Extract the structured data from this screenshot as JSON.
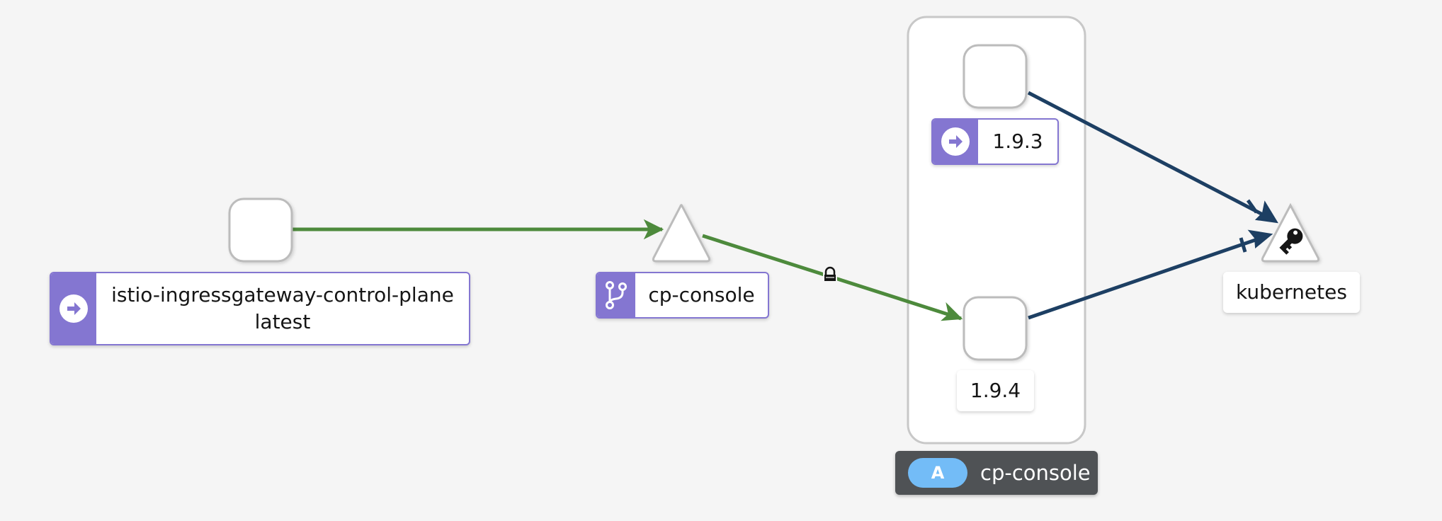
{
  "nodes": {
    "gateway": {
      "name": "istio-ingressgateway-control-plane",
      "version": "latest",
      "badge": "arrow-right-circle-icon"
    },
    "service": {
      "name": "cp-console",
      "badge": "code-branch-icon"
    },
    "v193": {
      "version": "1.9.3",
      "badge": "arrow-right-circle-icon"
    },
    "v194": {
      "version": "1.9.4"
    },
    "kubernetes": {
      "name": "kubernetes",
      "icon": "key-icon"
    }
  },
  "app_group": {
    "badge": "A",
    "name": "cp-console"
  },
  "edges": [
    {
      "from": "gateway",
      "to": "service",
      "color": "#4d8a3c"
    },
    {
      "from": "service",
      "to": "v194",
      "color": "#4d8a3c",
      "icon": "lock-icon",
      "mtls": true
    },
    {
      "from": "v193",
      "to": "kubernetes",
      "color": "#1d3f63",
      "tcp": true
    },
    {
      "from": "v194",
      "to": "kubernetes",
      "color": "#1d3f63",
      "tcp": true
    }
  ],
  "colors": {
    "badge": "#8476d1",
    "http_edge": "#4d8a3c",
    "tcp_edge": "#1d3f63",
    "app_group_bg": "#4f5255",
    "app_pill": "#73bcf7"
  }
}
